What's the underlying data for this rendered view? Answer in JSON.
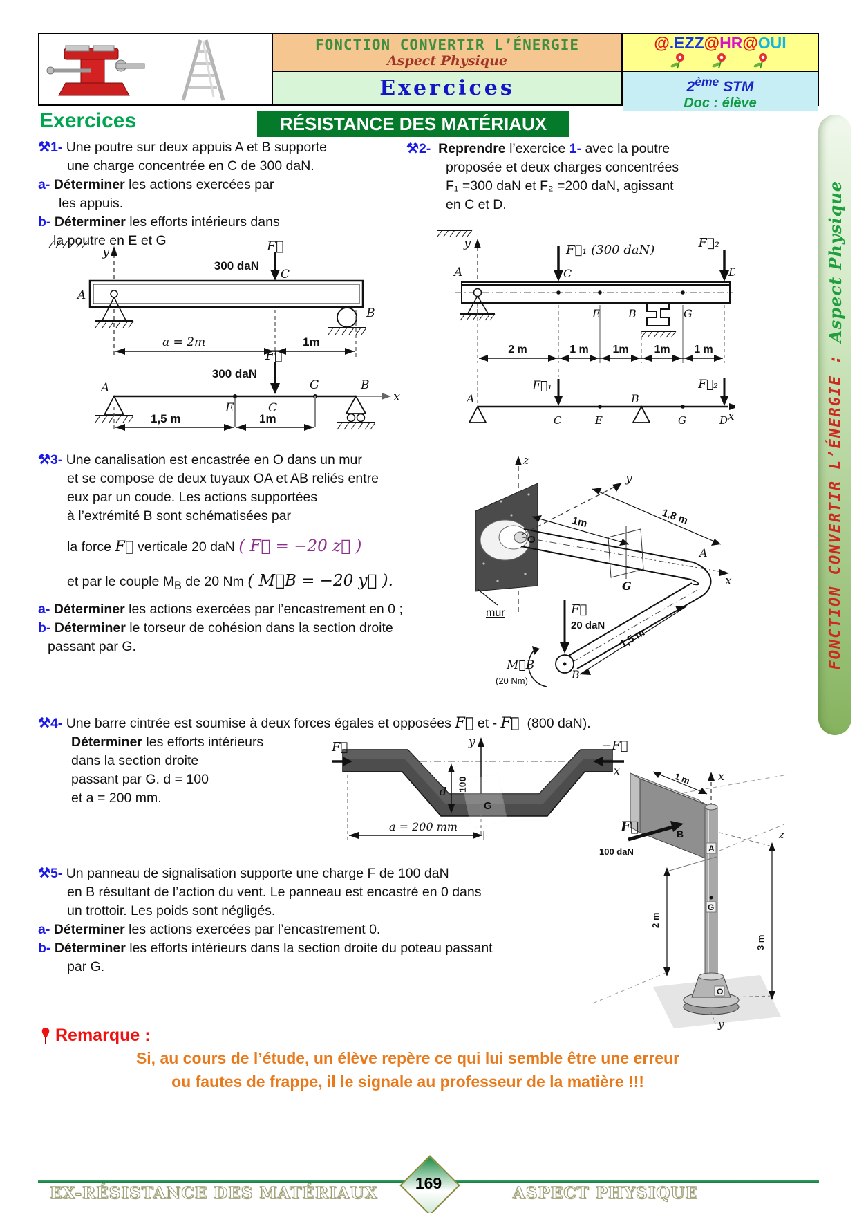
{
  "header": {
    "title": "FONCTION CONVERTIR L’ÉNERGIE",
    "subtitle": "Aspect Physique",
    "section": "Exercices",
    "author_parts": {
      "p1": "@",
      "p2": ".EZZ",
      "p3": "@",
      "p4": "HR",
      "p5": "@",
      "p6": "OUI"
    },
    "grade_base": "2",
    "grade_sup": "ème",
    "grade_rest": " STM",
    "doc": "Doc : élève"
  },
  "page": {
    "heading": "Exercices",
    "title": "RÉSISTANCE DES MATÉRIAUX"
  },
  "ex1": {
    "icon": "⚒",
    "num": "1-",
    "l1": "Une poutre sur deux appuis A et B supporte",
    "l2": "une charge concentrée en C de 300 daN.",
    "a_label": "a-",
    "a_bold": "Déterminer",
    "a_rest": " les actions exercées par",
    "a_l2": "les appuis.",
    "b_label": "b-",
    "b_bold": "Déterminer",
    "b_rest": " les efforts intérieurs dans",
    "b_l2": "la poutre en E et G"
  },
  "ex2": {
    "icon": "⚒",
    "num": "2-",
    "bold": "Reprendre",
    "t1": " l’exercice ",
    "ref": "1-",
    "t2": " avec la poutre",
    "l2": "proposée et deux charges concentrées",
    "l3": "F₁ =300 daN et F₂ =200 daN, agissant",
    "l4": "en C et D."
  },
  "ex3": {
    "icon": "⚒",
    "num": "3-",
    "l1": "Une canalisation est encastrée en O dans un mur",
    "l2": "et se compose de deux tuyaux OA et AB reliés entre",
    "l3": "eux par un coude. Les actions supportées",
    "l4": "à l’extrémité B sont schématisées par",
    "l5a": "la force ",
    "l5F": "F⃗",
    "l5b": " verticale 20 daN ",
    "l5f": "( F⃗ = −20 z⃗ )",
    "l6a": "et par le couple M",
    "l6sub": "B",
    "l6b": " de 20 Nm ",
    "l6f": "( M⃗B = −20 y⃗ ).",
    "a_label": "a-",
    "a_bold": "Déterminer",
    "a_rest": " les actions exercées par l’encastrement en 0 ;",
    "b_label": "b-",
    "b_bold": "Déterminer",
    "b_rest": " le torseur de cohésion dans la section droite",
    "b_l2": "passant par G."
  },
  "ex4": {
    "icon": "⚒",
    "num": "4-",
    "l1a": "Une barre cintrée est soumise à deux forces égales et opposées ",
    "l1F": "F⃗",
    "l1b": " et - ",
    "l1F2": "F⃗",
    "l1c": "  (800 daN).",
    "bold": "Déterminer",
    "t": " les efforts intérieurs",
    "l3": "dans la section droite",
    "l4": "passant par G. d = 100",
    "l5": "et a = 200 mm."
  },
  "ex5": {
    "icon": "⚒",
    "num": "5-",
    "l1": "Un panneau de signalisation supporte une charge F de 100 daN",
    "l2": "en B résultant de l’action du vent. Le panneau est encastré en 0 dans",
    "l3": "un trottoir. Les poids sont négligés.",
    "a_label": "a-",
    "a_bold": "Déterminer",
    "a_rest": " les actions exercées par l’encastrement 0.",
    "b_label": "b-",
    "b_bold": "Déterminer",
    "b_rest": " les efforts intérieurs dans la section droite du poteau passant",
    "b_l2": "par G."
  },
  "d1": {
    "y": "y",
    "F": "F⃗",
    "load": "300 daN",
    "C": "C",
    "A": "A",
    "B": "B",
    "dim_a": "a = 2m",
    "dim_b": "1m",
    "F2": "F⃗",
    "load2": "300 daN",
    "A2": "A",
    "E": "E",
    "C2": "C",
    "G": "G",
    "B2": "B",
    "x": "x",
    "dim_c": "1,5 m",
    "dim_d": "1m"
  },
  "d2": {
    "y": "y",
    "A": "A",
    "F1": "F⃗₁ (300 daN)",
    "C": "C",
    "E": "E",
    "B": "B",
    "G": "G",
    "F2": "F⃗₂",
    "D": "D",
    "dims": [
      "2 m",
      "1 m",
      "1m",
      "1m",
      "1 m"
    ],
    "A2": "A",
    "F1b": "F⃗₁",
    "B2": "B",
    "F2b": "F⃗₂",
    "C2": "C",
    "E2": "E",
    "G2": "G",
    "D2": "D",
    "x": "x"
  },
  "d3": {
    "z": "z",
    "y": "y",
    "x": "x",
    "O": "O",
    "A": "A",
    "B": "B",
    "G": "G",
    "mur": "mur",
    "dim1": "1m",
    "dim2": "1,8 m",
    "dim3": "1,5 m",
    "F": "F⃗",
    "Fval": "20 daN",
    "MB": "M⃗B",
    "MBval": "(20  Nm)"
  },
  "d4": {
    "F": "F⃗",
    "mF": "−F⃗",
    "x": "x",
    "y": "y",
    "d": "d",
    "h": "100",
    "G": "G",
    "dim": "a = 200 mm"
  },
  "d5": {
    "x": "x",
    "dim1": "1 m",
    "F": "F⃗",
    "Fval": "100 daN",
    "B": "B",
    "A": "A",
    "G": "G",
    "dim2": "2 m",
    "dim3": "3 m",
    "O": "O",
    "z": "z",
    "y": "y"
  },
  "remark": {
    "title": "Remarque :",
    "l1": "Si, au cours de l’étude, un élève repère ce qui lui semble être une erreur",
    "l2": "ou fautes de frappe, il le signale au professeur de la matière !!!"
  },
  "sidebar": {
    "text_main": "FONCTION CONVERTIR L’ÉNERGIE",
    "text_sep": " :  ",
    "text_sub": "Aspect Physique"
  },
  "footer": {
    "page_num": "169",
    "left": "EX-RÉSISTANCE DES MATÉRIAUX",
    "right": "ASPECT PHYSIQUE"
  }
}
